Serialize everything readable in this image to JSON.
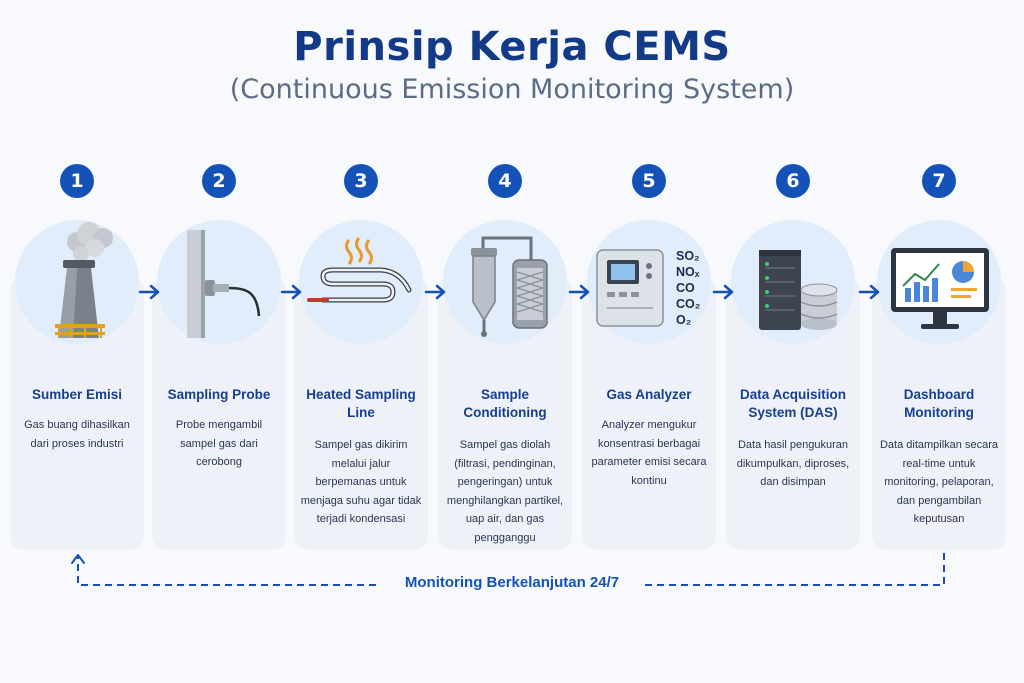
{
  "header": {
    "title": "Prinsip Kerja CEMS",
    "subtitle": "(Continuous Emission Monitoring System)"
  },
  "steps": [
    {
      "number": "1",
      "title": "Sumber Emisi",
      "description": "Gas buang dihasilkan dari proses industri",
      "icon": "chimney-icon"
    },
    {
      "number": "2",
      "title": "Sampling Probe",
      "description": "Probe mengambil sampel gas dari cerobong",
      "icon": "probe-icon"
    },
    {
      "number": "3",
      "title": "Heated Sampling Line",
      "description": "Sampel gas dikirim melalui jalur berpemanas untuk menjaga suhu agar tidak terjadi kondensasi",
      "icon": "heated-line-icon"
    },
    {
      "number": "4",
      "title": "Sample Conditioning",
      "description": "Sampel gas diolah (filtrasi, pendinginan, pengeringan) untuk menghilangkan partikel, uap air, dan gas pengganggu",
      "icon": "filter-icon"
    },
    {
      "number": "5",
      "title": "Gas Analyzer",
      "description": "Analyzer mengukur konsentrasi berbagai parameter emisi secara kontinu",
      "icon": "analyzer-icon",
      "gases": [
        "SO₂",
        "NOₓ",
        "CO",
        "CO₂",
        "O₂"
      ]
    },
    {
      "number": "6",
      "title": "Data Acquisition System (DAS)",
      "description": "Data hasil pengukuran dikumpulkan, diproses, dan disimpan",
      "icon": "server-icon"
    },
    {
      "number": "7",
      "title": "Dashboard Monitoring",
      "description": "Data ditampilkan secara real-time untuk monitoring, pelaporan, dan pengambilan keputusan",
      "icon": "dashboard-icon"
    }
  ],
  "loop": {
    "label": "Monitoring Berkelanjutan 24/7"
  },
  "colors": {
    "accent": "#1552b8",
    "title": "#123a86",
    "card": "#eef2f8",
    "circle": "#e2edfb"
  }
}
